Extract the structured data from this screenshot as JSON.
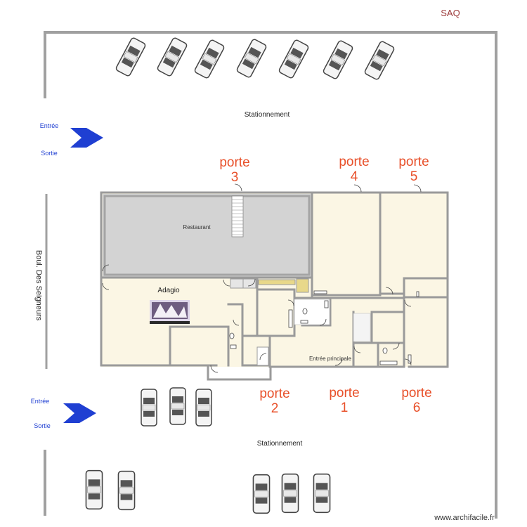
{
  "labels": {
    "saq": "SAQ",
    "parking_top": "Stationnement",
    "parking_bottom": "Stationnement",
    "entree_top": "Entrée",
    "sortie_top": "Sortie",
    "entree_bottom": "Entrée",
    "sortie_bottom": "Sortie",
    "street": "Boul. Des Seigneurs",
    "restaurant": "Restaurant",
    "adagio": "Adagio",
    "entree_principale": "Entrée principale",
    "watermark": "www.archifacile.fr"
  },
  "doors": [
    {
      "word": "porte",
      "num": "3"
    },
    {
      "word": "porte",
      "num": "4"
    },
    {
      "word": "porte",
      "num": "5"
    },
    {
      "word": "porte",
      "num": "2"
    },
    {
      "word": "porte",
      "num": "1"
    },
    {
      "word": "porte",
      "num": "6"
    }
  ],
  "colors": {
    "door_label": "#e8502a",
    "arrow": "#1f3fd2",
    "unit_fill": "#fbf6e4",
    "restaurant_fill": "#d3d3d3",
    "wall": "#9a9a9a",
    "storage": "#e8d88a"
  }
}
